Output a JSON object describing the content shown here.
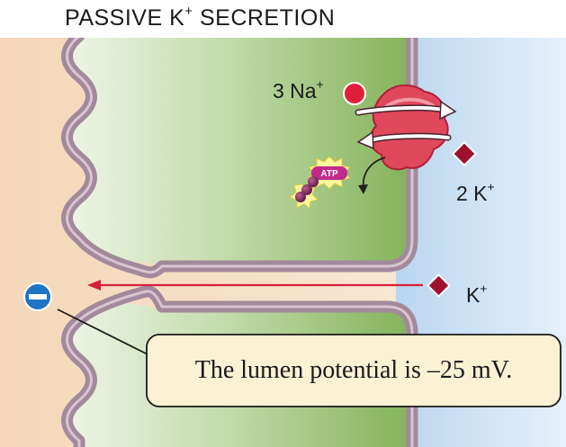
{
  "title": {
    "main": "PASSIVE K",
    "sup": "+",
    "rest": " SECRETION"
  },
  "ions": {
    "sodium": {
      "text": "3 Na",
      "sup": "+"
    },
    "potassium_pump": {
      "text": "2 K",
      "sup": "+"
    },
    "potassium_channel": {
      "text": "K",
      "sup": "+"
    }
  },
  "atp_label": "ATP",
  "callout": "The lumen potential is –25 mV.",
  "colors": {
    "lumen": "#f5dcc0",
    "cell": "#8fbb68",
    "interstitium": "#cfe2f4",
    "membrane": "#a3899c",
    "sodium_ion": "#e0203a",
    "potassium_ion": "#9e1230",
    "arrow": "#d6203c",
    "negative_charge": "#1f74c4",
    "callout_bg": "#fbf2d4"
  }
}
